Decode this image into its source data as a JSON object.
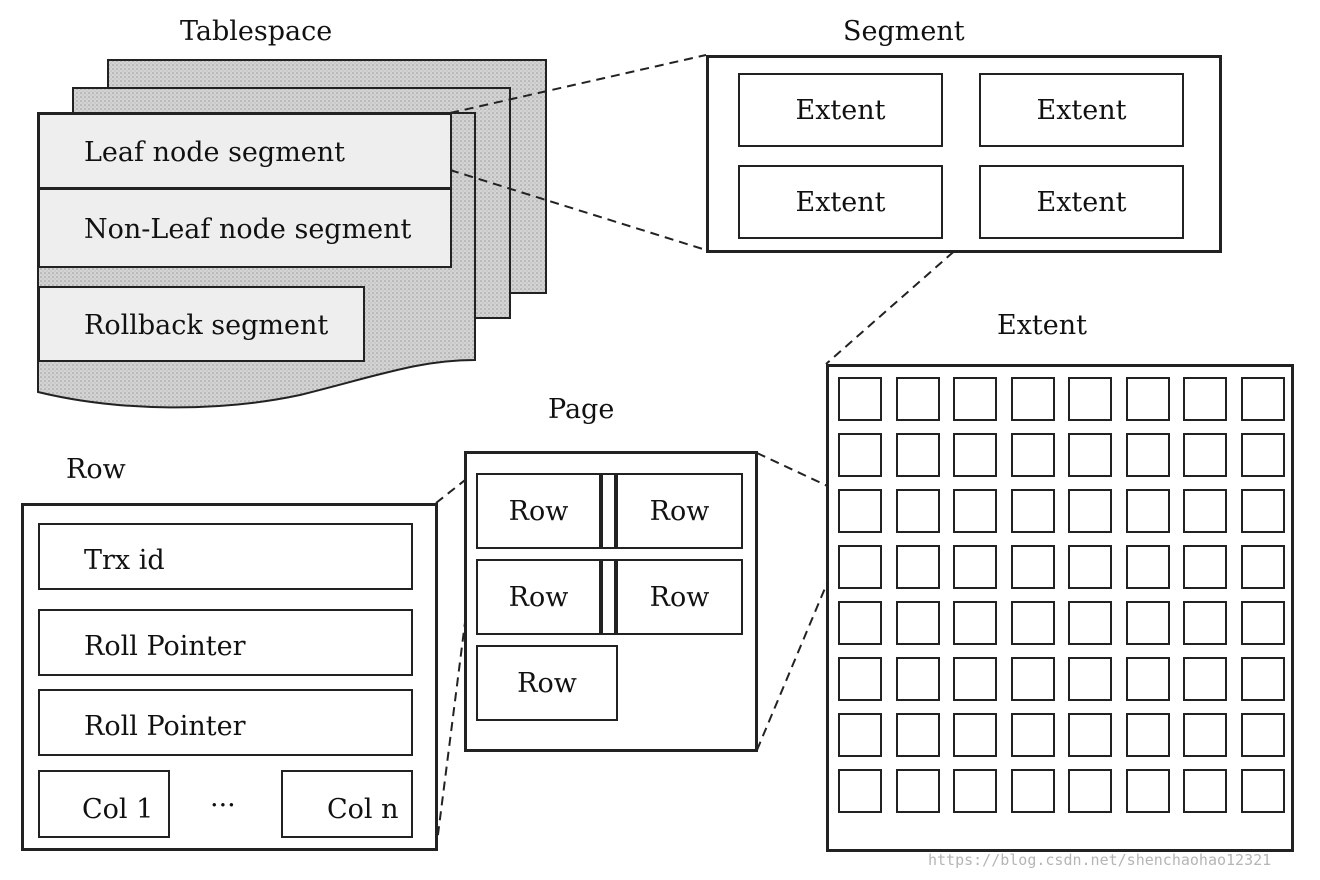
{
  "tablespace": {
    "title": "Tablespace",
    "segments": [
      "Leaf node segment",
      "Non-Leaf node segment",
      "Rollback segment"
    ]
  },
  "segment": {
    "title": "Segment",
    "extents": [
      "Extent",
      "Extent",
      "Extent",
      "Extent"
    ]
  },
  "extent": {
    "title": "Extent",
    "grid_rows": 8,
    "grid_cols": 8
  },
  "page": {
    "title": "Page",
    "rows": [
      "Row",
      "Row",
      "Row",
      "Row",
      "Row"
    ]
  },
  "row": {
    "title": "Row",
    "fields": [
      "Trx id",
      "Roll Pointer",
      "Roll Pointer"
    ],
    "col_first": "Col 1",
    "col_ellipsis": "···",
    "col_last": "Col n"
  },
  "watermark": "https://blog.csdn.net/shenchaohao12321",
  "colors": {
    "stroke": "#222222",
    "shade": "#c8c8c8",
    "layer": "#eeeeee"
  }
}
